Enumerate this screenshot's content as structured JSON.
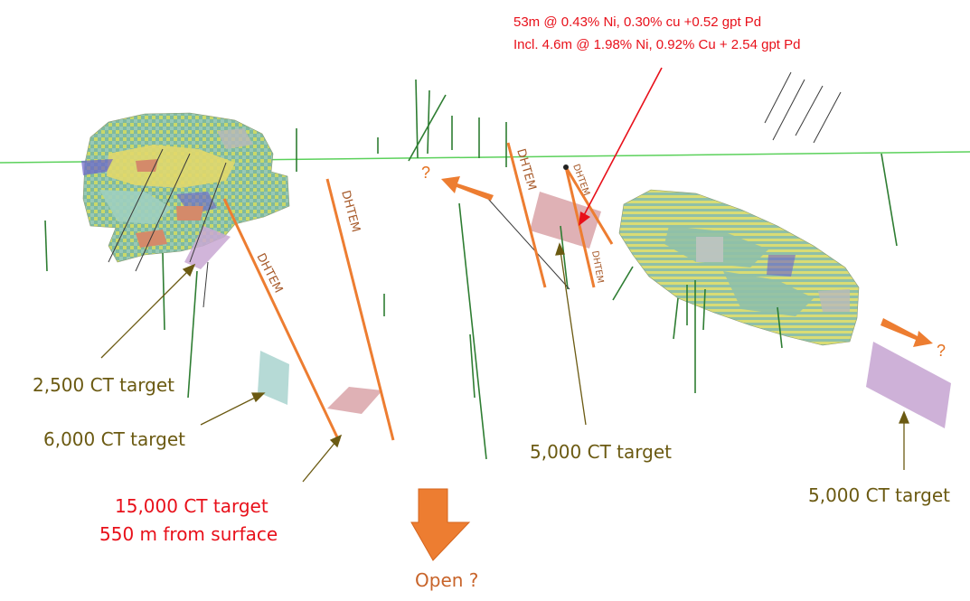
{
  "annotation": {
    "line1": "53m @ 0.43% Ni, 0.30% cu +0.52 gpt Pd",
    "line2": "Incl. 4.6m @ 1.98% Ni, 0.92% Cu + 2.54 gpt Pd"
  },
  "targets": {
    "t2500": "2,500 CT target",
    "t6000": "6,000 CT target",
    "t15000_line1": "15,000 CT target",
    "t15000_line2": "550 m from surface",
    "t5000_center": "5,000 CT target",
    "t5000_right": "5,000 CT target"
  },
  "dhtem": {
    "label1": "DHTEM",
    "label2": "DHTEM",
    "label3": "DHTEM",
    "label4": "DHTEM",
    "label5": "DHTEM"
  },
  "markers": {
    "open": "Open ?",
    "q_left": "?",
    "q_right": "?"
  },
  "colors": {
    "target_text": "#6b5a12",
    "highlight_text": "#e8101a",
    "arrow_orange": "#ed7d31",
    "conductor_line": "#ed7d31",
    "surface_line": "#5bd15b",
    "drillhole": "#2e7d32",
    "plate_pink": "#d9a3a8",
    "plate_purple": "#c9a8d4",
    "plate_teal": "#a9d3cf"
  }
}
